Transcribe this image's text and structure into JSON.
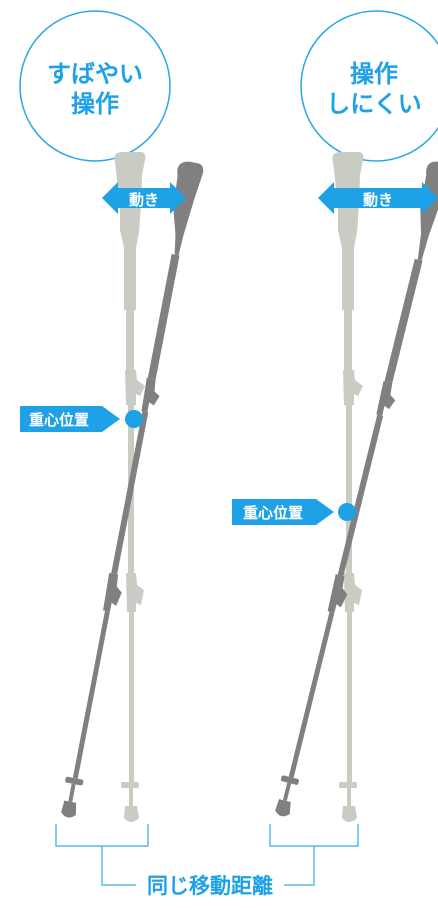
{
  "left_panel": {
    "circle_line1": "すばやい",
    "circle_line2": "操作",
    "motion_label": "動き",
    "cog_label": "重心位置"
  },
  "right_panel": {
    "circle_line1": "操作",
    "circle_line2": "しにくい",
    "motion_label": "動き",
    "cog_label": "重心位置"
  },
  "bottom_label": "同じ移動距離",
  "colors": {
    "accent": "#1ea1e6",
    "circle_stroke": "#2aa7e6",
    "pole_dark": "#808080",
    "pole_light": "#c8ccc2",
    "bracket": "#5bb8e8"
  }
}
